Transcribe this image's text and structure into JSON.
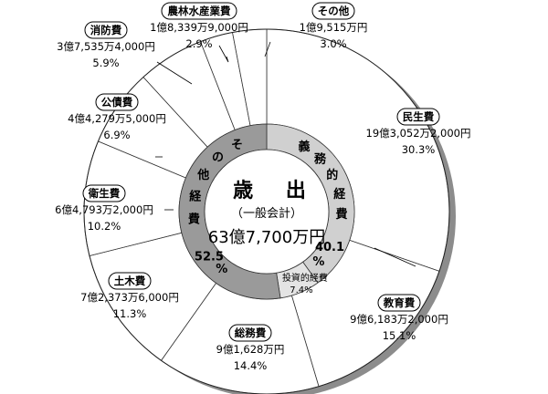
{
  "center": {
    "title": "歳 出",
    "subtitle": "（一般会計）",
    "total": "63億7,700万円"
  },
  "chart_data": [
    {
      "type": "pie",
      "description_ring": "outer",
      "slices": [
        {
          "name": "民生費",
          "amount": "19億3,052万2,000円",
          "percent": 30.3
        },
        {
          "name": "教育費",
          "amount": "9億6,183万2,000円",
          "percent": 15.1
        },
        {
          "name": "総務費",
          "amount": "9億1,628万円",
          "percent": 14.4
        },
        {
          "name": "土木費",
          "amount": "7億2,373万6,000円",
          "percent": 11.3
        },
        {
          "name": "衛生費",
          "amount": "6億4,793万2,000円",
          "percent": 10.2
        },
        {
          "name": "公債費",
          "amount": "4億4,279万5,000円",
          "percent": 6.9
        },
        {
          "name": "消防費",
          "amount": "3億7,535万4,000円",
          "percent": 5.9
        },
        {
          "name": "農林水産業費",
          "amount": "1億8,339万9,000円",
          "percent": 2.9
        },
        {
          "name": "その他",
          "amount": "1億9,515万円",
          "percent": 3.0
        }
      ]
    },
    {
      "type": "pie",
      "description_ring": "inner",
      "slices": [
        {
          "name": "義務的経費",
          "percent": 40.1,
          "percent_label": "40.1",
          "percent_sign": "%",
          "color": "#d0d0d0"
        },
        {
          "name": "投資的経費",
          "percent": 7.4,
          "percent_label": "7.4%",
          "color": "#e4e4e4"
        },
        {
          "name": "その他経費",
          "percent": 52.5,
          "percent_label": "52.5",
          "percent_sign": "%",
          "color": "#9a9a9a"
        }
      ]
    }
  ]
}
